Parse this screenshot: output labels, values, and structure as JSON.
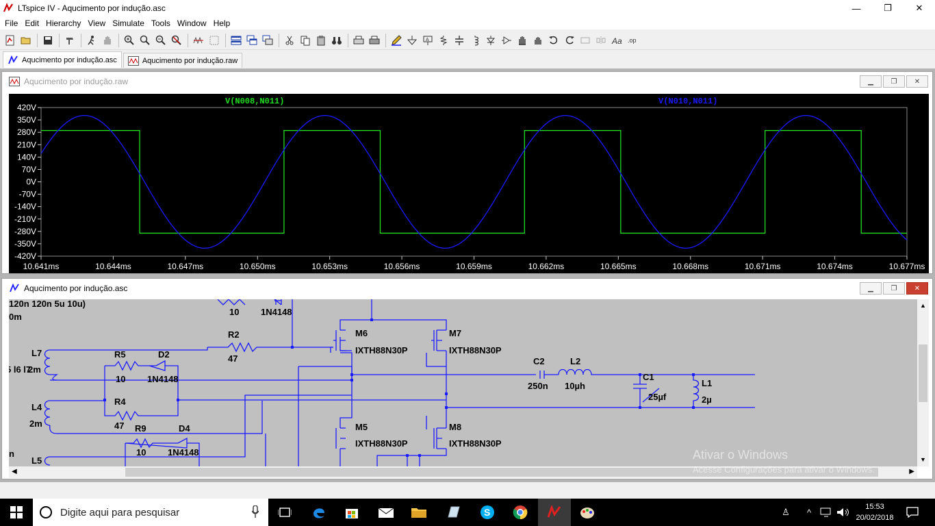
{
  "window": {
    "title": "LTspice IV - Aqucimento por indução.asc",
    "minimize": "—",
    "maximize": "❐",
    "close": "✕"
  },
  "menu": [
    "File",
    "Edit",
    "Hierarchy",
    "View",
    "Simulate",
    "Tools",
    "Window",
    "Help"
  ],
  "tabs": [
    {
      "label": "Aqucimento por indução.asc",
      "icon": "schematic-icon"
    },
    {
      "label": "Aqucimento por indução.raw",
      "icon": "waveform-icon"
    }
  ],
  "waveform_window": {
    "title": "Aqucimento por indução.raw",
    "traces": [
      {
        "name": "V(N008,N011)",
        "color": "#22dd22"
      },
      {
        "name": "V(N010,N011)",
        "color": "#1a1aff"
      }
    ]
  },
  "schematic_window": {
    "title": "Aqucimento por indução.asc",
    "labels": {
      "pulse": "120n 120n 5u 10u)",
      "t0": "0m",
      "l7": "L7",
      "l4": "L4",
      "l5": "L5",
      "l4val": "2m",
      "l7val": "2m",
      "lbl_s": "5 l6 l7",
      "r2": "R2",
      "r2val": "47",
      "r5": "R5",
      "r5val": "10",
      "d2": "D2",
      "d2val": "1N4148",
      "r4": "R4",
      "r4val": "47",
      "r9": "R9",
      "r9val": "10",
      "d4": "D4",
      "d4val": "1N4148",
      "top_r": "10",
      "top_d": "1N4148",
      "m6": "M6",
      "m7": "M7",
      "m5": "M5",
      "m8": "M8",
      "mos": "IXTH88N30P",
      "c2": "C2",
      "c2val": "250n",
      "l2": "L2",
      "l2val": "10µh",
      "c1": "C1",
      "c1val": "25µf",
      "l1": "L1",
      "l1val": "2µ",
      "n": "n"
    }
  },
  "activation": {
    "line1": "Ativar o Windows",
    "line2": "Acesse Configurações para ativar o Windows."
  },
  "taskbar": {
    "search_placeholder": "Digite aqui para pesquisar",
    "time": "15:53",
    "date": "20/02/2018"
  },
  "chart_data": {
    "type": "line",
    "xlabel": "",
    "ylabel": "",
    "x_ticks": [
      "10.641ms",
      "10.644ms",
      "10.647ms",
      "10.650ms",
      "10.653ms",
      "10.656ms",
      "10.659ms",
      "10.662ms",
      "10.665ms",
      "10.668ms",
      "10.671ms",
      "10.674ms",
      "10.677ms"
    ],
    "y_ticks": [
      "420V",
      "350V",
      "280V",
      "210V",
      "140V",
      "70V",
      "0V",
      "-70V",
      "-140V",
      "-210V",
      "-280V",
      "-350V",
      "-420V"
    ],
    "xlim": [
      10.641,
      10.677
    ],
    "ylim": [
      -420,
      420
    ],
    "series": [
      {
        "name": "V(N008,N011)",
        "color": "#22dd22",
        "shape": "square",
        "amplitude": 290,
        "period_ms": 0.01,
        "high_intervals_ms": [
          [
            10.641,
            10.6451
          ],
          [
            10.6511,
            10.6551
          ],
          [
            10.6611,
            10.6651
          ],
          [
            10.6711,
            10.6751
          ]
        ]
      },
      {
        "name": "V(N010,N011)",
        "color": "#1a1aff",
        "shape": "sine",
        "amplitude": 375,
        "period_ms": 0.01,
        "peak_times_ms": [
          10.6428,
          10.6528,
          10.6628,
          10.6728
        ],
        "start_value": 170,
        "end_value": -330
      }
    ]
  }
}
